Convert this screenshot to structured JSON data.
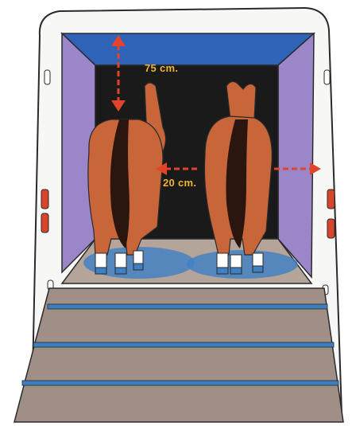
{
  "annotations": {
    "headroom": "75 cm.",
    "spacing": "20 cm."
  },
  "colors": {
    "trailer_white": "#f7f7f5",
    "outline": "#2a2a2a",
    "roof_blue": "#2f63b8",
    "wall_purple": "#9a86c8",
    "back_black": "#1a1a1a",
    "horse_chestnut": "#c8663a",
    "horse_dark": "#2a160e",
    "floor_blue": "#3f7fc4",
    "ramp_brown": "#a08f87",
    "ramp_stripe": "#3b7fbf",
    "arrow_red": "#e2442b",
    "light_red": "#d9452b",
    "label_yellow": "#f2b232"
  },
  "icons": {
    "vertical_arrow": "double-arrow-vertical",
    "horizontal_arrow": "double-arrow-horizontal"
  }
}
